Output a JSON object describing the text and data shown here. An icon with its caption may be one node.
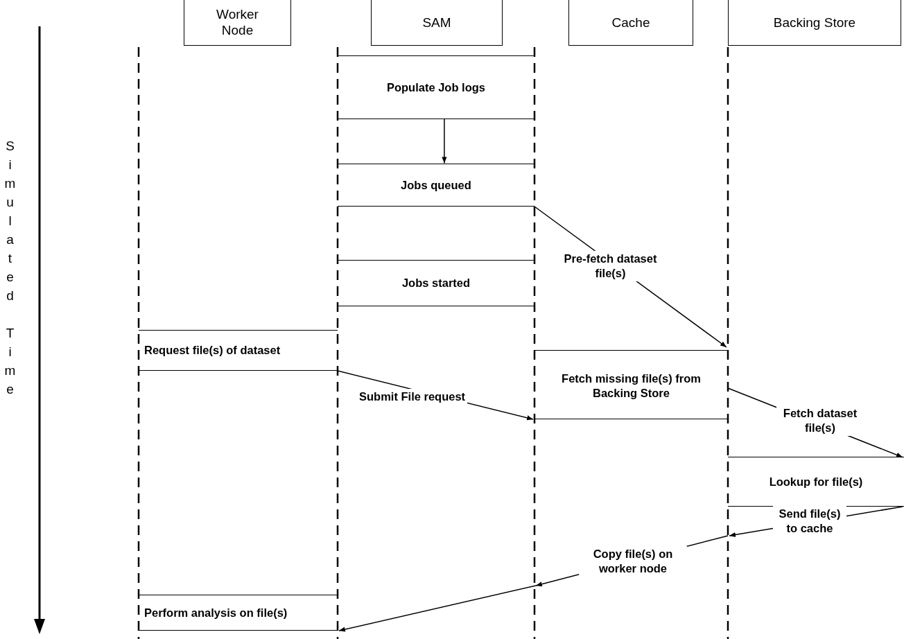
{
  "diagram": {
    "nodes": [
      {
        "text": [
          "Worker Node"
        ]
      },
      {
        "text": [
          "SAM"
        ]
      },
      {
        "text": [
          "Cache"
        ]
      },
      {
        "text": [
          "Backing Store"
        ]
      },
      {
        "text": [
          "Populate Job logs"
        ]
      },
      {
        "text": [
          "Jobs queued"
        ]
      },
      {
        "text": [
          "Jobs started"
        ]
      },
      {
        "text": [
          "Request file(s) of dataset"
        ]
      },
      {
        "text": [
          "Fetch missing file(s) from Backing Store"
        ]
      },
      {
        "text": [
          "Lookup for file(s)"
        ]
      },
      {
        "text": [
          "Perform analysis on file(s)"
        ]
      }
    ],
    "edges": [
      {
        "from": 4,
        "to": 5,
        "arrow": "to"
      },
      {
        "from": 5,
        "to": 8,
        "arrow": "to",
        "label": "Pre-fetch dataset file(s)"
      },
      {
        "from": 7,
        "to": 8,
        "arrow": "to",
        "label": "Submit File request"
      },
      {
        "from": 8,
        "to": 9,
        "arrow": "to",
        "label": "Fetch dataset file(s)"
      },
      {
        "from": 9,
        "to": null,
        "arrow": "to",
        "label": "Send file(s) to cache"
      },
      {
        "from": null,
        "to": 10,
        "arrow": "to",
        "label": "Copy file(s) on worker node"
      }
    ],
    "labels": [
      "Simulated Time"
    ]
  }
}
